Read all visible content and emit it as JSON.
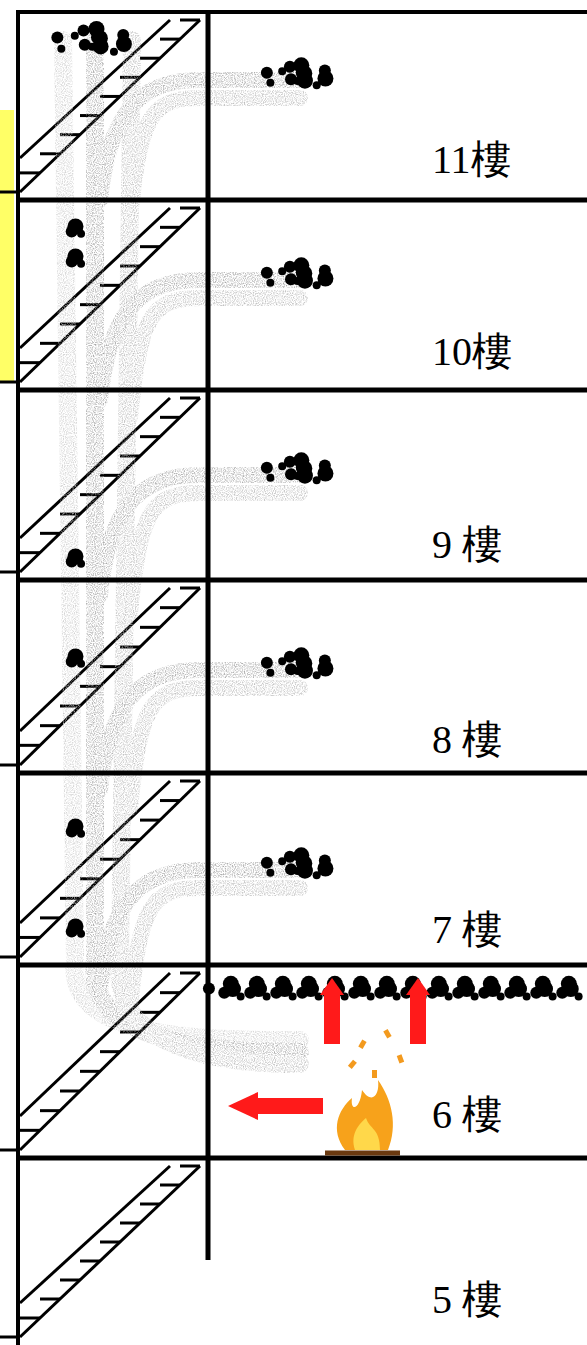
{
  "diagram": {
    "labels": [
      "11樓",
      "10樓",
      "9 樓",
      "8 樓",
      "7 樓",
      "6 樓",
      "5 樓"
    ]
  }
}
